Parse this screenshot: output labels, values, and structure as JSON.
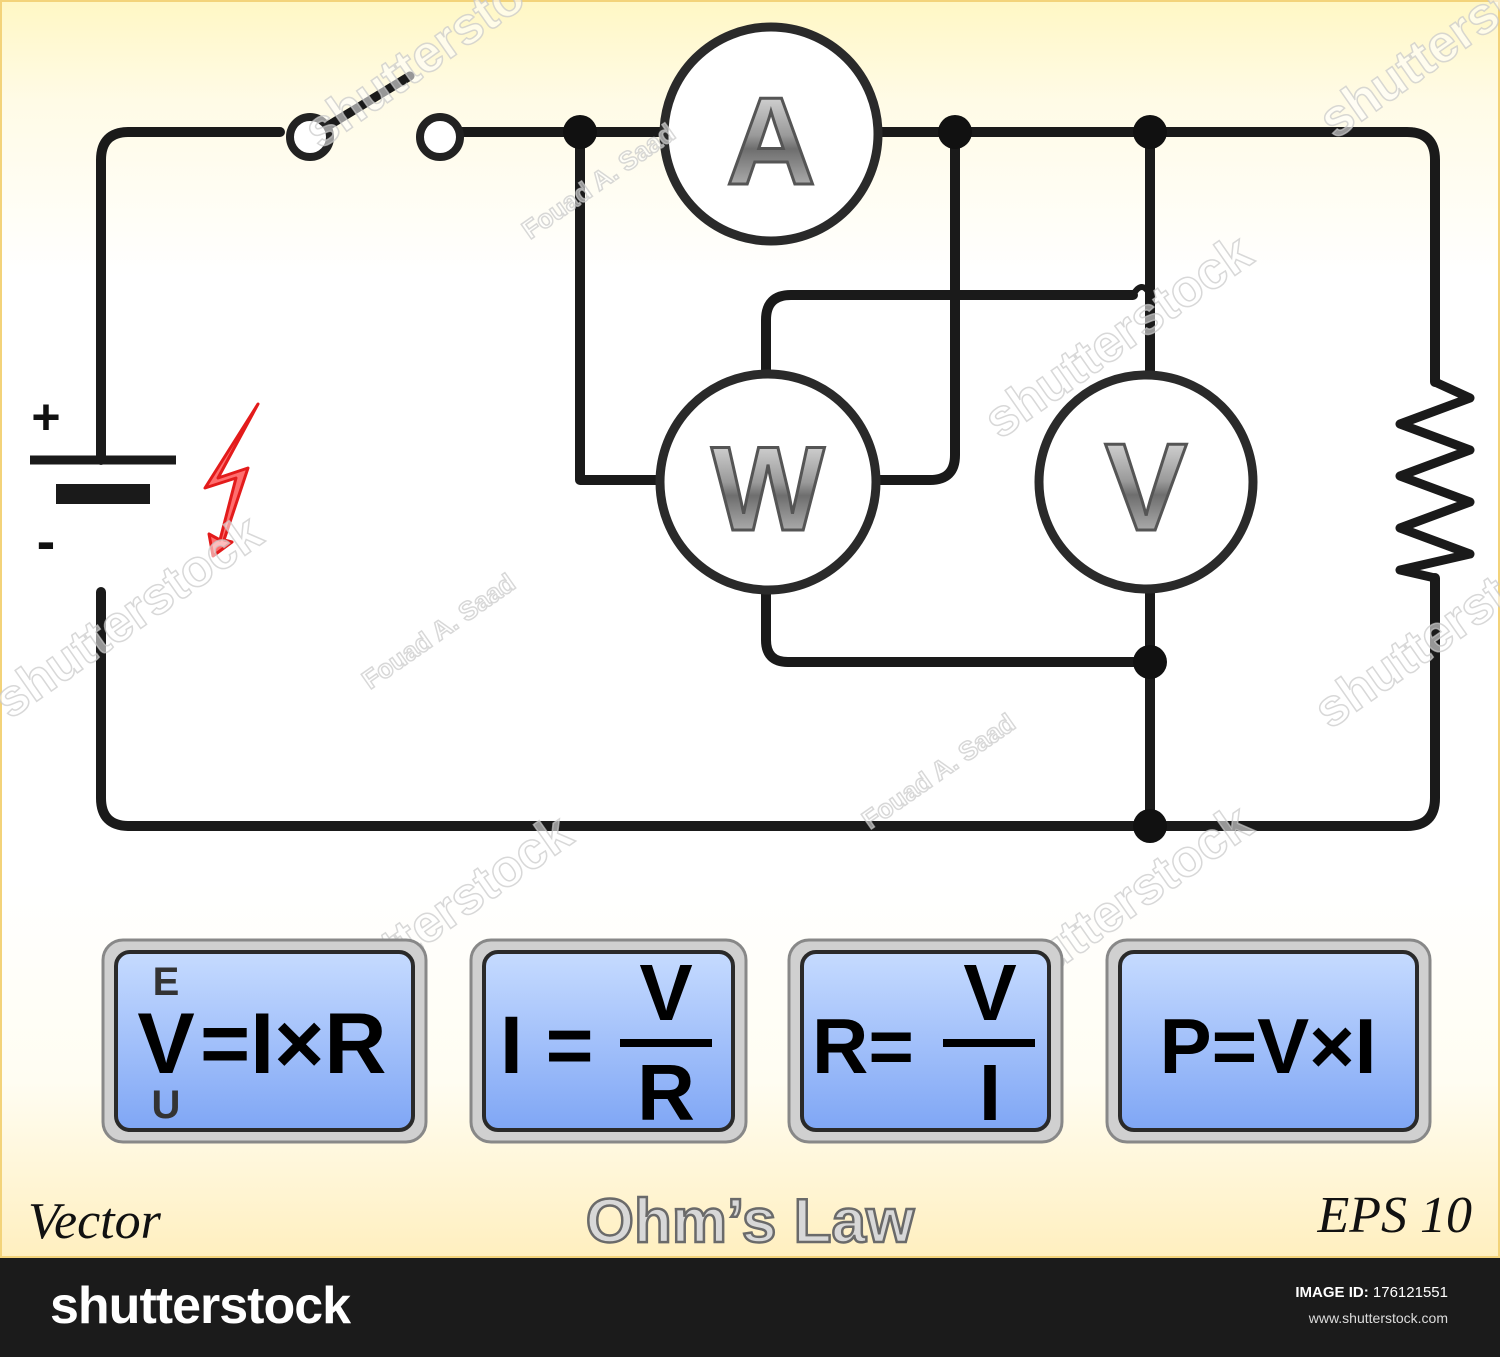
{
  "meters": {
    "ammeter": "A",
    "wattmeter": "W",
    "voltmeter": "V"
  },
  "battery": {
    "plus": "+",
    "minus": "-"
  },
  "formulas": [
    {
      "top_label": "E",
      "lhs": "V",
      "rhs": "=I×R",
      "bottom_label": "U"
    },
    {
      "lhs": "I =",
      "numerator": "V",
      "denominator": "R"
    },
    {
      "lhs": "R=",
      "numerator": "V",
      "denominator": "I"
    },
    {
      "text": "P=V×I"
    }
  ],
  "labels": {
    "left": "Vector",
    "title": "Ohm’s Law",
    "right": "EPS 10"
  },
  "watermarks": {
    "shutterstock": "shutterstock",
    "author": "Fouad A. Saad"
  },
  "footer": {
    "brand": "shutterstock",
    "image_id_label": "IMAGE ID:",
    "image_id": "176121551",
    "site": "www.shutterstock.com"
  },
  "colors": {
    "wire": "#1a1a1a",
    "lightning": "#ee2222",
    "formula_fill": "#9ec0ff",
    "formula_border": "#8f8f8f",
    "background_edge": "#ffefbf"
  }
}
